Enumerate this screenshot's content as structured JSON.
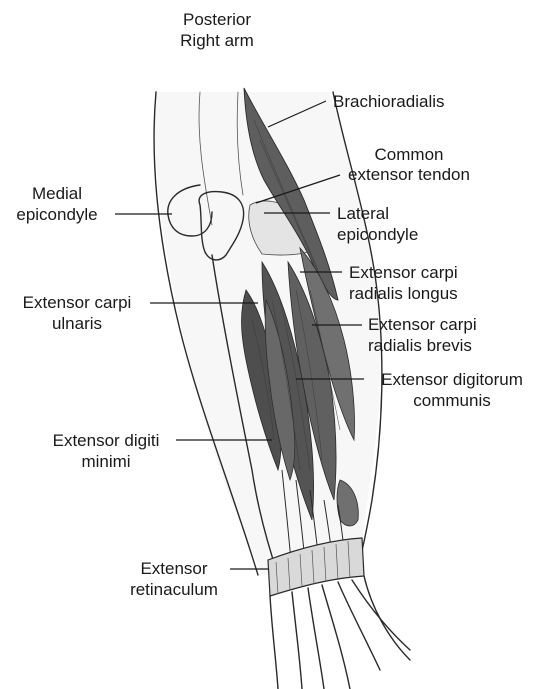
{
  "view": {
    "line1": "Posterior",
    "line2": "Right arm"
  },
  "labels": {
    "brachioradialis": {
      "line1": "Brachioradialis"
    },
    "common_extensor_tendon": {
      "line1": "Common",
      "line2": "extensor tendon"
    },
    "medial_epicondyle": {
      "line1": "Medial",
      "line2": "epicondyle"
    },
    "lateral_epicondyle": {
      "line1": "Lateral",
      "line2": "epicondyle"
    },
    "ecr_longus": {
      "line1": "Extensor carpi",
      "line2": "radialis longus"
    },
    "ecr_brevis": {
      "line1": "Extensor carpi",
      "line2": "radialis brevis"
    },
    "ec_ulnaris": {
      "line1": "Extensor carpi",
      "line2": "ulnaris"
    },
    "ed_communis": {
      "line1": "Extensor digitorum",
      "line2": "communis"
    },
    "ed_minimi": {
      "line1": "Extensor digiti",
      "line2": "minimi"
    },
    "retinaculum": {
      "line1": "Extensor",
      "line2": "retinaculum"
    }
  },
  "colors": {
    "muscle_dark": "#5e5e5e",
    "muscle_mid": "#8a8a8a",
    "tendon_light": "#d2d2d2",
    "outline": "#2a2a2a"
  }
}
